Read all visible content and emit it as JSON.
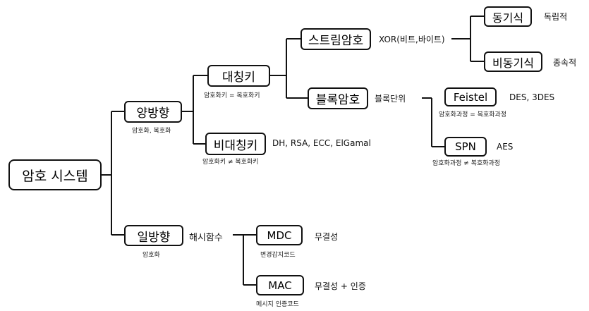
{
  "nodes": {
    "root": "암호 시스템",
    "two_way": "양방향",
    "one_way": "일방향",
    "symmetric": "대칭키",
    "asymmetric": "비대칭키",
    "stream": "스트림암호",
    "block": "블록암호",
    "sync": "동기식",
    "async": "비동기식",
    "feistel": "Feistel",
    "spn": "SPN",
    "mdc": "MDC",
    "mac": "MAC"
  },
  "labels": {
    "xor": "XOR(비트,바이트)",
    "independent": "독립적",
    "dependent": "종속적",
    "block_unit": "블록단위",
    "feistel_examples": "DES, 3DES",
    "spn_examples": "AES",
    "asym_examples": "DH, RSA, ECC, ElGamal",
    "hash_function": "해시함수",
    "integrity": "무결성",
    "integrity_auth": "무결성 + 인증"
  },
  "sublabels": {
    "two_way": "암호화, 복호화",
    "one_way": "암호화",
    "symmetric": "암호화키 = 복호화키",
    "asymmetric": "암호화키 ≠ 복호화키",
    "feistel": "암호화과정 = 복호화과정",
    "spn": "암호화과정 ≠ 복호화과정",
    "mdc": "변경감지코드",
    "mac": "메시지 인증코드"
  }
}
